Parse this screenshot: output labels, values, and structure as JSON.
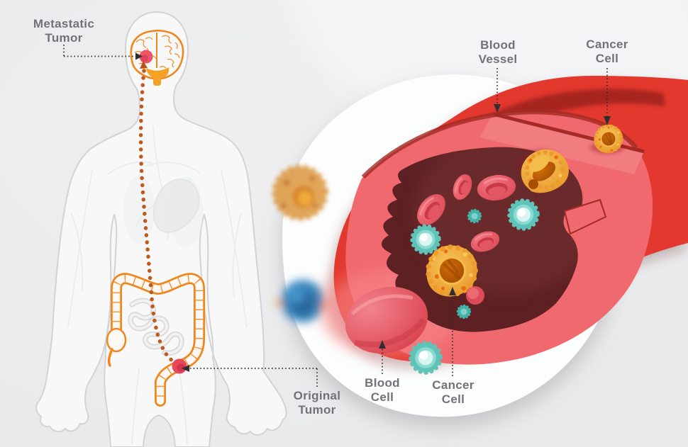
{
  "labels": {
    "metastatic_tumor": {
      "line1": "Metastatic",
      "line2": "Tumor"
    },
    "blood_vessel": {
      "line1": "Blood",
      "line2": "Vessel"
    },
    "cancer_cell_top": {
      "line1": "Cancer",
      "line2": "Cell"
    },
    "blood_cell": {
      "line1": "Blood",
      "line2": "Cell"
    },
    "cancer_cell_bottom": {
      "line1": "Cancer",
      "line2": "Cell"
    },
    "original_tumor": {
      "line1": "Original",
      "line2": "Tumor"
    }
  },
  "icons": [
    "dotted-arrow-right-icon",
    "dotted-arrow-down-icon",
    "dotted-arrow-up-icon",
    "dotted-arrow-left-icon",
    "metastasis-dotted-trail-icon"
  ],
  "colors": {
    "background": "#ecedee",
    "label_text": "#717277",
    "connector": "#2f2f30",
    "body_fill": "#f8f8f9",
    "body_outline": "#d2d3d5",
    "organ_orange": "#f0861c",
    "organ_orange_fill": "#f3a226",
    "trail_orange": "#bf5a1f",
    "tumor_pink": "#ee5466",
    "tumor_red": "#e8465a",
    "vessel_red": "#e2392e",
    "vessel_dark_rim": "#9c221d",
    "wall_pink": "#f0696e",
    "lumen_dark": "#5e2123",
    "rbc_red": "#e25763",
    "wbc_teal": "#5fc3ba",
    "cancer_orange": "#efa02f",
    "cancer_nucleus": "#b05405",
    "blur_cell_blue": "#2a7fba",
    "blur_cell_orange": "#dfa04e",
    "lens_white": "#fcfdfd"
  }
}
